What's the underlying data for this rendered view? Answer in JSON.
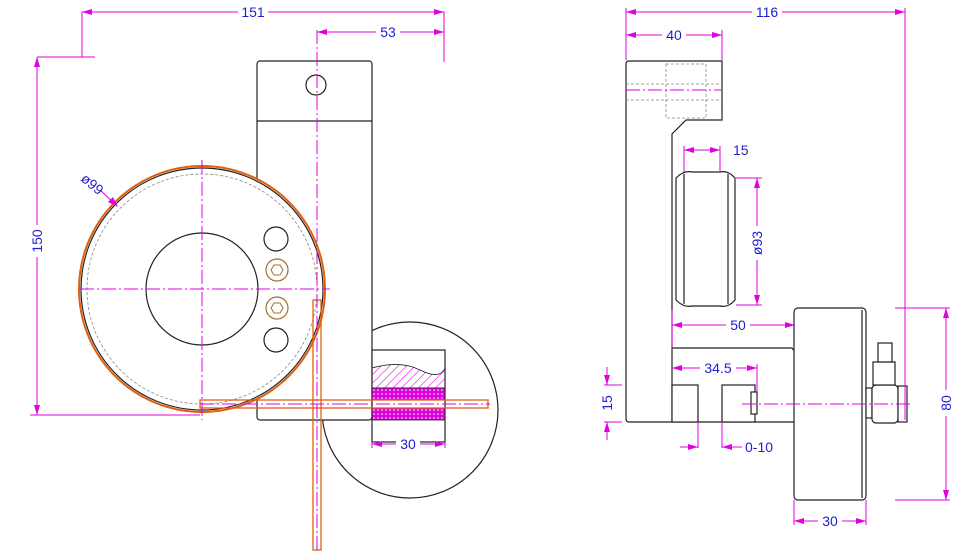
{
  "drawing": {
    "front_view": {
      "dimensions": {
        "overall_width": "151",
        "offset_to_hole": "53",
        "overall_height": "150",
        "wheel_diameter": "ø99",
        "clamp_width": "30"
      }
    },
    "side_view": {
      "dimensions": {
        "overall_width": "116",
        "top_arm": "40",
        "pulley_width": "15",
        "pulley_diameter": "ø93",
        "arm_reach": "50",
        "slot_position": "34.5",
        "base_thickness": "15",
        "adjust_range": "0-10",
        "wheel_height": "80",
        "wheel_width": "30"
      }
    },
    "colors": {
      "dimension": "#e000e0",
      "text": "#2020d0",
      "rod": "#e06010",
      "outline": "#222222"
    }
  }
}
